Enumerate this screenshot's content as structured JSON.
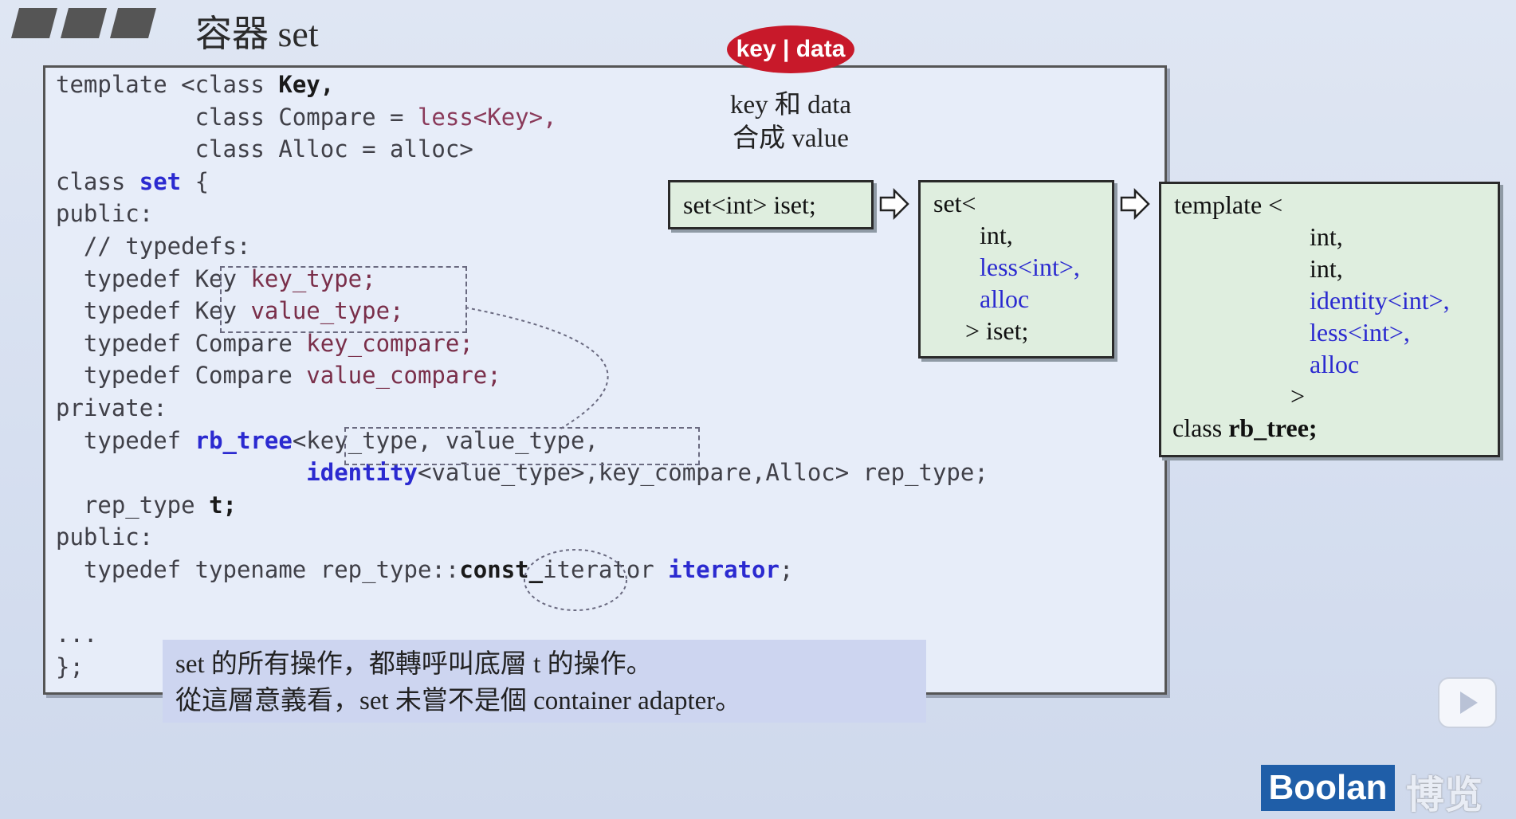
{
  "slide": {
    "title": "容器 set"
  },
  "code": {
    "lines": [
      "template <class ",
      "          class Compare = ",
      "          class Alloc = alloc>",
      "class ",
      "public:",
      "  // typedefs:",
      "  typedef Key ",
      "  typedef Key ",
      "  typedef Compare ",
      "  typedef Compare ",
      "private:",
      "  typedef ",
      "",
      "  rep_type ",
      "public:",
      "  typedef typename rep_type::",
      "",
      "...",
      "};"
    ],
    "key_param": "Key,",
    "less_default": "less<Key>,",
    "set_name": "set",
    "brace": " {",
    "key_type": "key_type;",
    "value_type": "value_type;",
    "key_compare": "key_compare;",
    "value_compare": "value_compare;",
    "rb_tree": "rb_tree",
    "rb_tree_args": "<key_type, value_type,",
    "identity": "identity",
    "identity_rest": "<value_type>,key_compare,Alloc> rep_type;",
    "t_name": "t;",
    "const_part": "const_",
    "iterator_rest": "iterator ",
    "iterator_name": "iterator",
    "semicolon": ";"
  },
  "annotation": {
    "tag": "key | data",
    "line1": "key 和 data",
    "line2": "合成 value"
  },
  "boxes": {
    "iset": "set<int> iset;",
    "set_inst": [
      "set<",
      "int,",
      "less<int>,",
      "alloc",
      "> iset;"
    ],
    "rb_inst": [
      "template <",
      "int,",
      "int,",
      "identity<int>,",
      "less<int>,",
      "alloc",
      ">",
      "class ",
      "rb_tree;"
    ]
  },
  "note": {
    "line1": "set 的所有操作，都轉呼叫底層 t 的操作。",
    "line2": "從這層意義看，set 未嘗不是個 container adapter。"
  },
  "brand": {
    "logo": "Boolan",
    "cn": "博览"
  }
}
